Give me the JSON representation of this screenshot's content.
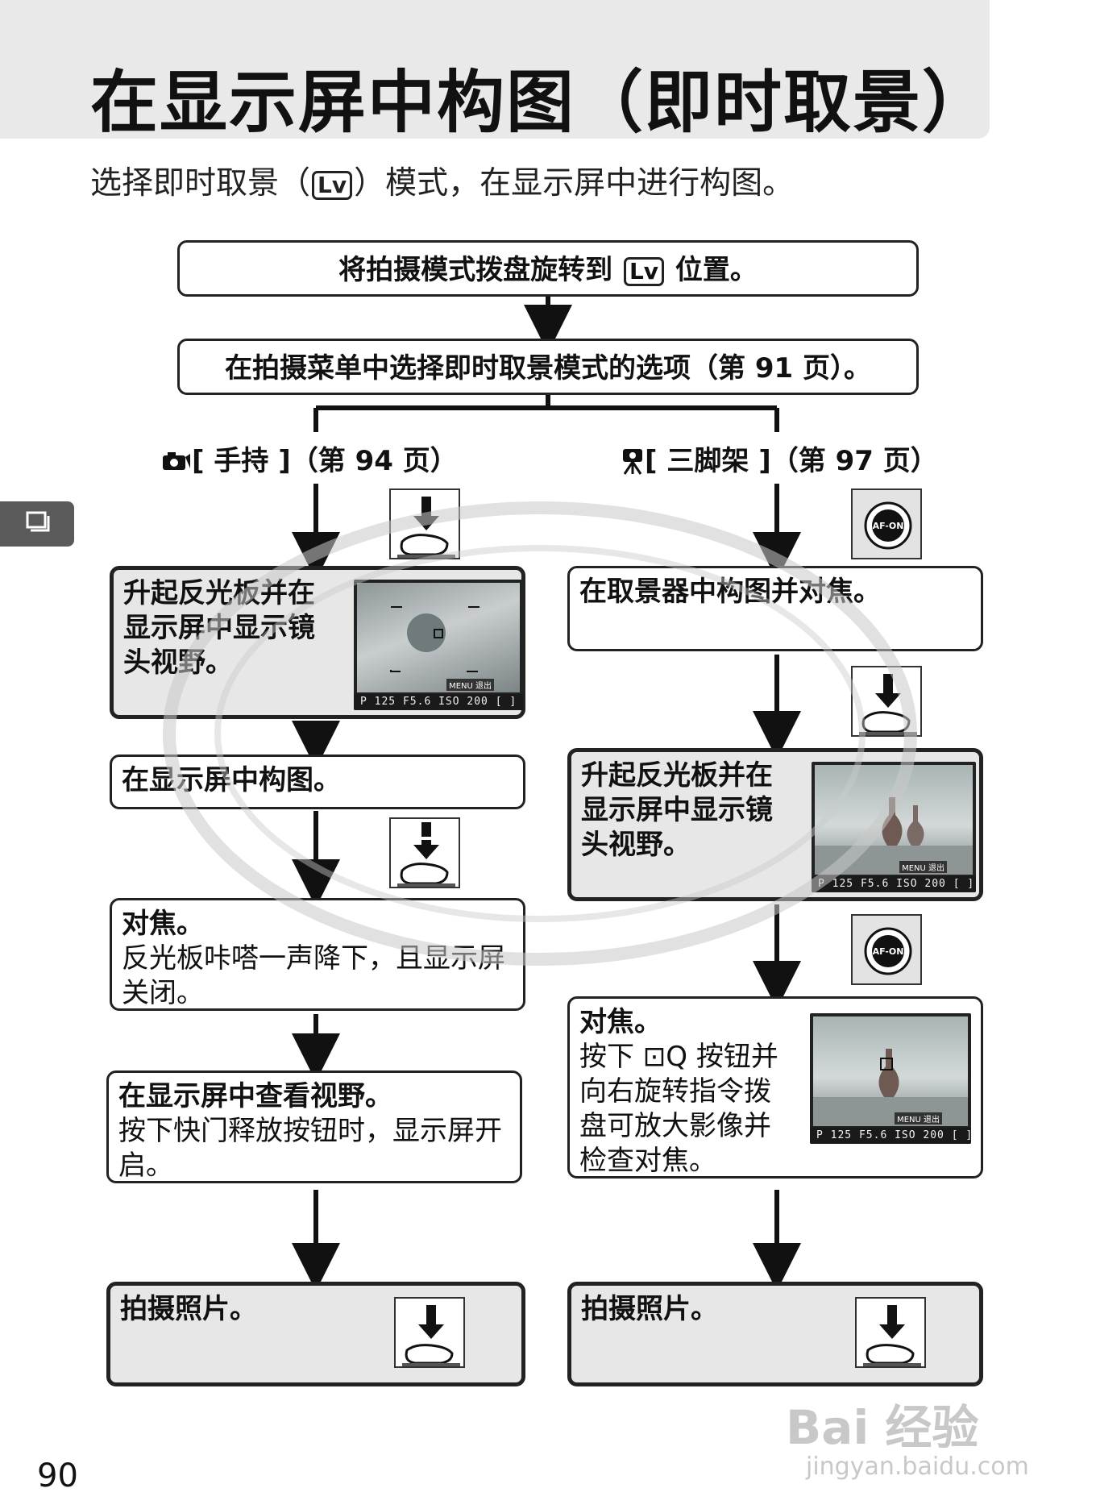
{
  "title": "在显示屏中构图（即时取景）",
  "subtitle": {
    "before": "选择即时取景（",
    "icon": "Lv",
    "after": "）模式，在显示屏中进行构图。"
  },
  "step1": {
    "before": "将拍摄模式拨盘旋转到",
    "icon": "Lv",
    "after": "位置。"
  },
  "step2": "在拍摄菜单中选择即时取景模式的选项（第 91 页）。",
  "left_branch": {
    "label": "[ 手持 ]（第 94 页）",
    "box1": "升起反光板并在显示屏中显示镜头视野。",
    "box2": "在显示屏中构图。",
    "box3_title": "对焦。",
    "box3_text": "反光板咔嗒一声降下，且显示屏关闭。",
    "box4_title": "在显示屏中查看视野。",
    "box4_text": "按下快门释放按钮时，显示屏开启。",
    "box5": "拍摄照片。"
  },
  "right_branch": {
    "label": "[ 三脚架 ]（第 97 页）",
    "box1": "在取景器中构图并对焦。",
    "box2": "升起反光板并在显示屏中显示镜头视野。",
    "box3_title": "对焦。",
    "box3_text": "按下 ⊡Q 按钮并向右旋转指令拨盘可放大影像并检查对焦。",
    "box4": "拍摄照片。"
  },
  "lcd": {
    "status": "P  125  F5.6  ISO  200 [ ]",
    "menu": "MENU 退出"
  },
  "af_on_label": "AF-ON",
  "page_number": "90",
  "watermark": {
    "baidu": "Bai 经验",
    "sub": "jingyan.baidu.com"
  }
}
